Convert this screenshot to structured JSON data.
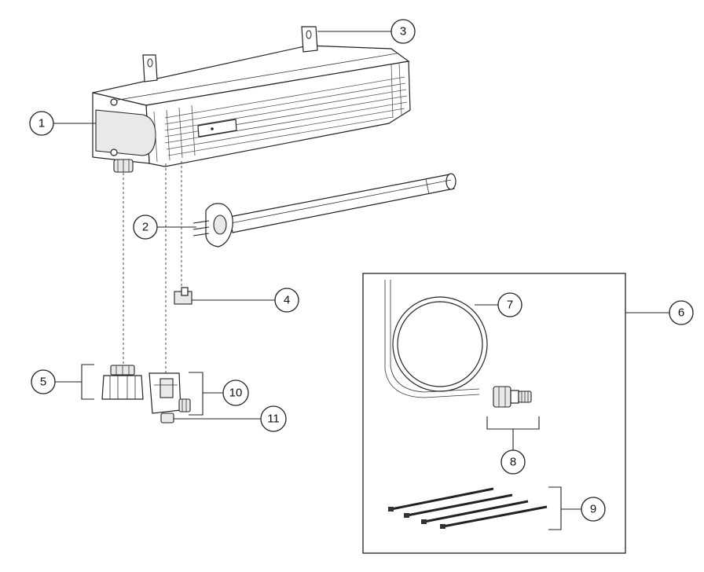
{
  "callouts": [
    {
      "id": "1",
      "label": "1"
    },
    {
      "id": "2",
      "label": "2"
    },
    {
      "id": "3",
      "label": "3"
    },
    {
      "id": "4",
      "label": "4"
    },
    {
      "id": "5",
      "label": "5"
    },
    {
      "id": "6",
      "label": "6"
    },
    {
      "id": "7",
      "label": "7"
    },
    {
      "id": "8",
      "label": "8"
    },
    {
      "id": "9",
      "label": "9"
    },
    {
      "id": "10",
      "label": "10"
    },
    {
      "id": "11",
      "label": "11"
    }
  ],
  "colors": {
    "line": "#222222",
    "background": "#ffffff",
    "fill_light": "#e9e9e9"
  }
}
